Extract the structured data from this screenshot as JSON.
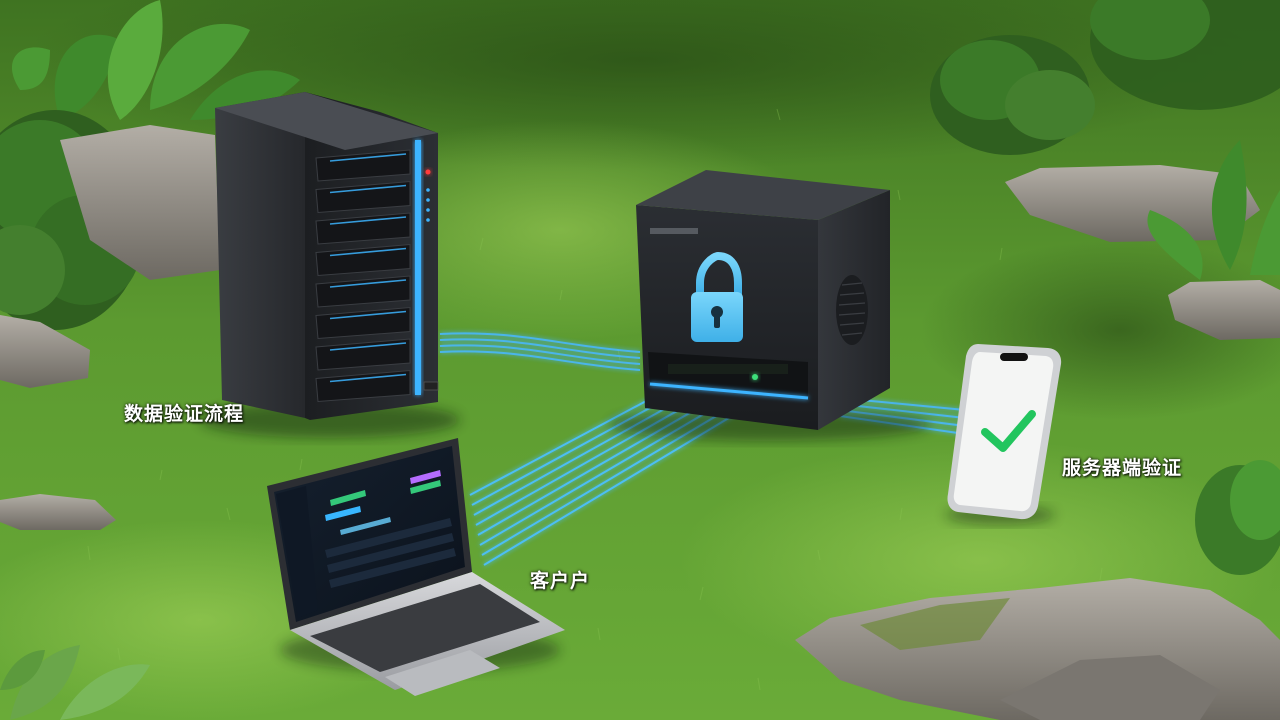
{
  "labels": {
    "flow": "数据验证流程",
    "client": "客户户",
    "server": "服务器端验证"
  },
  "colors": {
    "grass": "#4f8a2a",
    "grass_light": "#7fbf45",
    "server_body": "#2a2d31",
    "accent_blue": "#3cb4ff",
    "lock_blue": "#5ec8f5",
    "check_green": "#22c55e",
    "rock": "#8d8a84"
  },
  "icons": {
    "lock": "lock-icon",
    "check": "check-icon"
  }
}
